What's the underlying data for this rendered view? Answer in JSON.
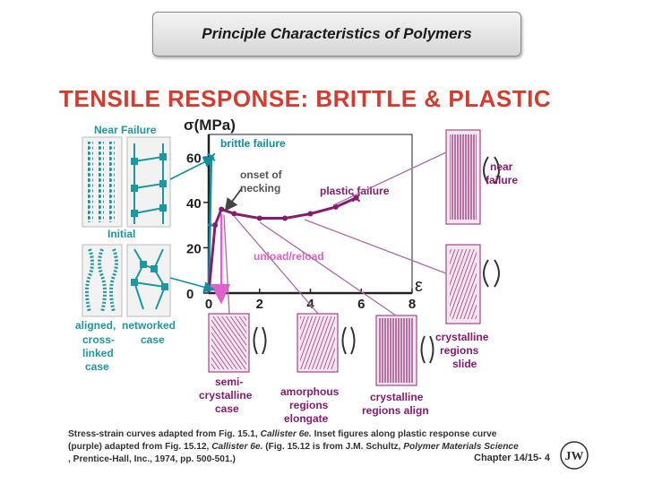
{
  "title": "Principle Characteristics of Polymers",
  "heading": "TENSILE RESPONSE: BRITTLE & PLASTIC",
  "chart_data": {
    "type": "line",
    "ylabel": "σ(MPa)",
    "xlabel": "ε",
    "x_ticks": [
      "0",
      "2",
      "4",
      "6",
      "8"
    ],
    "y_ticks": [
      "0",
      "20",
      "40",
      "60"
    ],
    "xlim": [
      0,
      8
    ],
    "ylim": [
      0,
      70
    ],
    "series": [
      {
        "name": "brittle failure",
        "color": "#0e8fa0",
        "x": [
          0,
          0.05,
          0.1
        ],
        "y": [
          0,
          30,
          60
        ]
      },
      {
        "name": "plastic failure",
        "color": "#8b1a6e",
        "x": [
          0,
          0.25,
          0.5,
          1.0,
          2.0,
          3.0,
          4.0,
          5.0,
          5.8
        ],
        "y": [
          0,
          30,
          37,
          35,
          33,
          33,
          35,
          38,
          42
        ]
      },
      {
        "name": "unload/reload",
        "color": "#e060d0",
        "x": [
          0.5,
          0.5
        ],
        "y": [
          35,
          0
        ]
      }
    ],
    "annotations": [
      "brittle failure",
      "onset of necking",
      "plastic failure",
      "unload/reload"
    ]
  },
  "labels": {
    "near_failure_left": "Near Failure",
    "initial": "Initial",
    "aligned": "aligned,",
    "networked": "networked",
    "cross_linked": "cross-\nlinked\ncase",
    "case": "case",
    "near_failure_right": "near\nfailure",
    "crystalline_slide": "crystalline\nregions\nslide",
    "semi": "semi-\ncrystalline\ncase",
    "amorphous": "amorphous\nregions\nelongate",
    "crystalline_align": "crystalline\nregions align"
  },
  "caption": {
    "line1": "Stress-strain curves adapted from Fig. 15.1, ",
    "callister1": "Callister 6e.",
    "line1b": "  Inset figures along plastic response curve",
    "line2": "(purple) adapted from Fig. 15.12, ",
    "callister2": "Callister 6e.",
    "line2b": "  (Fig. 15.12 is from J.M. Schultz, ",
    "book": "Polymer Materials Science",
    "line3": ", Prentice-Hall, Inc., 1974, pp. 500-501.)"
  },
  "chapter": "Chapter 14/15- 4",
  "logo_text": "JW"
}
